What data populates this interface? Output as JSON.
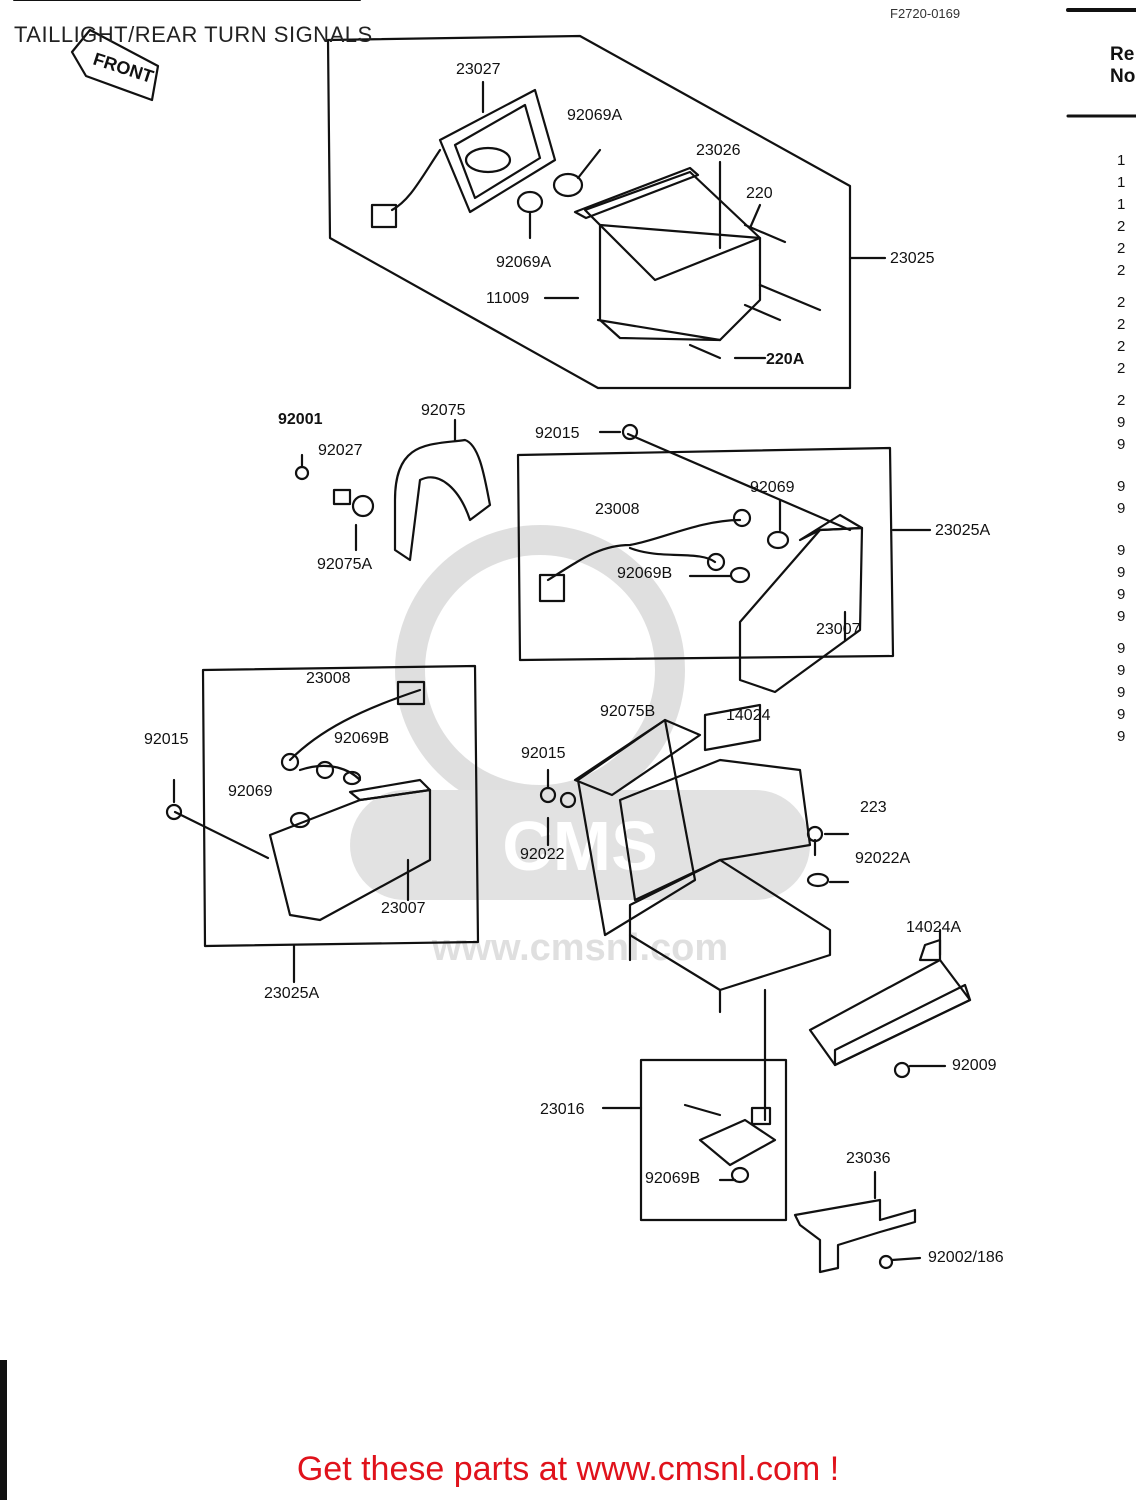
{
  "title": "TAILLIGHT/REAR TURN SIGNALS",
  "diagram_code": "F2720-0169",
  "front_label": "FRONT",
  "ref_header": [
    "Re",
    "No"
  ],
  "ref_rows": [
    "1",
    "1",
    "1",
    "2",
    "2",
    "2",
    "2",
    "2",
    "2",
    "2",
    "2",
    "9",
    "9",
    "9",
    "9",
    "9",
    "9",
    "9",
    "9",
    "9",
    "9",
    "9",
    "9",
    "9"
  ],
  "watermark_text": "www.cmsnl.com",
  "watermark_logo": "CMS",
  "cta": "Get these parts at www.cmsnl.com !",
  "parts": {
    "p23027": "23027",
    "p92069A_top": "92069A",
    "p23026": "23026",
    "p220": "220",
    "p23025": "23025",
    "p92069A_bot": "92069A",
    "p11009": "11009",
    "p220A": "220A",
    "p92001": "92001",
    "p92075": "92075",
    "p92027": "92027",
    "p92075A": "92075A",
    "p92015_a": "92015",
    "p92069": "92069",
    "p23008_a": "23008",
    "p23025A_r": "23025A",
    "p92069B_a": "92069B",
    "p23007_a": "23007",
    "p23008_b": "23008",
    "p92015_b": "92015",
    "p92069B_b": "92069B",
    "p92069_b": "92069",
    "p23007_b": "23007",
    "p23025A_l": "23025A",
    "p92015_c": "92015",
    "p92075B": "92075B",
    "p14024": "14024",
    "p223": "223",
    "p92022": "92022",
    "p92022A": "92022A",
    "p14024A": "14024A",
    "p92009": "92009",
    "p23016": "23016",
    "p92069B_c": "92069B",
    "p23036": "23036",
    "p92002_186": "92002/186"
  }
}
